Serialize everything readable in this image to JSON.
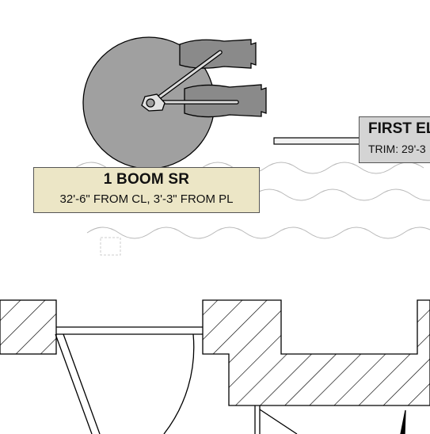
{
  "boom_label": {
    "title": "1 BOOM SR",
    "subtitle": "32'-6\" FROM CL, 3'-3\" FROM PL"
  },
  "electric_label": {
    "title": "FIRST EL",
    "subtitle": "TRIM: 29'-3"
  },
  "colors": {
    "boom_fill": "#a0a0a0",
    "head_fill": "#8a8a8a",
    "boom_label_bg": "#ece6c6",
    "electric_label_bg": "#d4d4d4",
    "wall_hatch": "#000000",
    "curtain_line": "#b8b8b8"
  }
}
